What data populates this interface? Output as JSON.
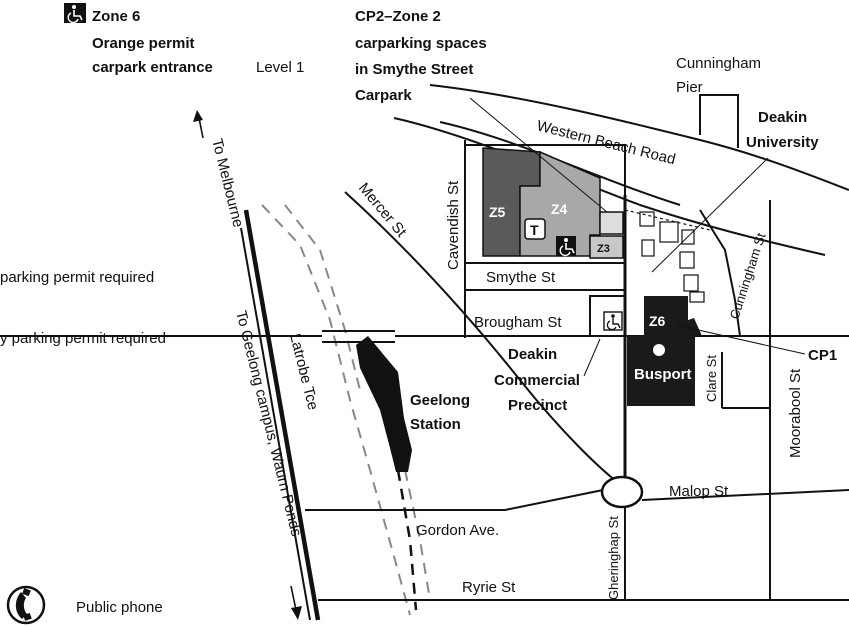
{
  "callouts": {
    "zone6_title": "Zone 6",
    "zone6_line2": "Orange permit",
    "zone6_line3": "carpark entrance",
    "zone6_level": "Level 1",
    "cp2_line1": "CP2–Zone 2",
    "cp2_line2": "carparking spaces",
    "cp2_line3": "in Smythe Street",
    "cp2_line4": "Carpark",
    "cp1": "CP1"
  },
  "legend": {
    "parking_line1": "parking permit required",
    "parking_line2": "y parking permit required",
    "phone": "Public phone"
  },
  "places": {
    "cunningham_pier_1": "Cunningham",
    "cunningham_pier_2": "Pier",
    "deakin_university_1": "Deakin",
    "deakin_university_2": "University",
    "deakin_commercial_1": "Deakin",
    "deakin_commercial_2": "Commercial",
    "deakin_commercial_3": "Precinct",
    "busport": "Busport",
    "geelong_station_1": "Geelong",
    "geelong_station_2": "Station"
  },
  "streets": {
    "western_beach_road": "Western Beach Road",
    "cavendish_st": "Cavendish St",
    "mercer_st": "Mercer St",
    "smythe_st": "Smythe St",
    "brougham_st": "Brougham St",
    "cunningham_st": "Cunningham St",
    "clare_st": "Clare St",
    "moorabool_st": "Moorabool St",
    "latrobe_tce": "Latrobe Tce",
    "malop_st": "Malop St",
    "gordon_ave": "Gordon Ave.",
    "gheringhap_st": "Gheringhap St",
    "ryrie_st": "Ryrie St",
    "to_melbourne": "To Melbourne",
    "to_geelong_campus": "To Geelong campus, Waurn Ponds"
  },
  "zones": {
    "z3": "Z3",
    "z4": "Z4",
    "z5": "Z5",
    "z6": "Z6",
    "t": "T"
  },
  "colors": {
    "zone5_fill": "#5a5a5a",
    "zone4_fill": "#a8a8a8",
    "zone3_fill": "#c8c8c8",
    "zone6_fill": "#1a1a1a",
    "busport_fill": "#1a1a1a",
    "station_fill": "#111111",
    "rail_track": "#888888",
    "ink": "#111111"
  },
  "icons": [
    "wheelchair-icon",
    "phone-icon",
    "arrow-up-icon",
    "arrow-down-icon"
  ]
}
